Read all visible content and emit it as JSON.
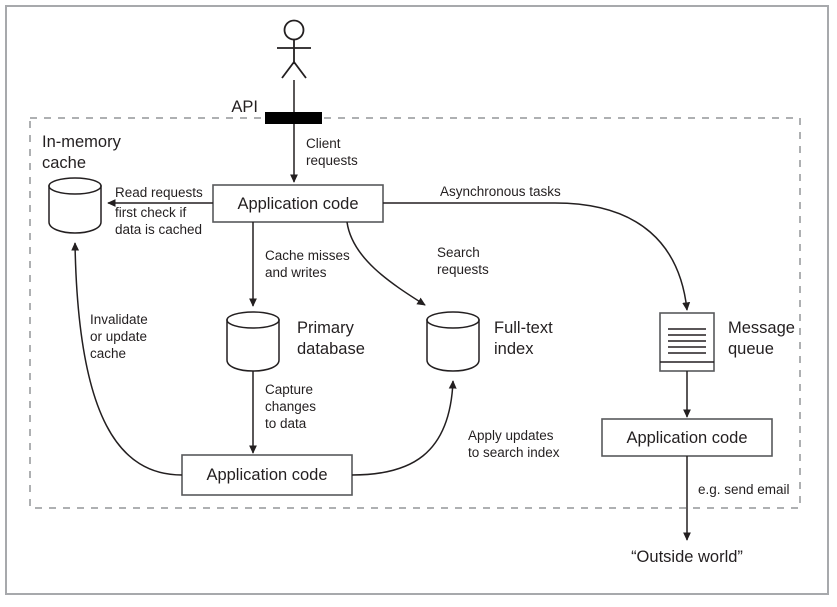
{
  "figure": {
    "title": "Data system architecture combining several components",
    "boundary_label": "application boundary (dashed)"
  },
  "actor": {
    "name": "client-actor",
    "api_label": "API"
  },
  "nodes": [
    {
      "id": "in-memory-cache",
      "label_line1": "In-memory",
      "label_line2": "cache",
      "shape": "cylinder"
    },
    {
      "id": "application-code-top",
      "label": "Application code",
      "shape": "rectangle"
    },
    {
      "id": "primary-database",
      "label_line1": "Primary",
      "label_line2": "database",
      "shape": "cylinder"
    },
    {
      "id": "full-text-index",
      "label_line1": "Full-text",
      "label_line2": "index",
      "shape": "cylinder"
    },
    {
      "id": "message-queue",
      "label_line1": "Message",
      "label_line2": "queue",
      "shape": "queue"
    },
    {
      "id": "application-code-bottom",
      "label": "Application code",
      "shape": "rectangle"
    },
    {
      "id": "application-code-right",
      "label": "Application code",
      "shape": "rectangle"
    },
    {
      "id": "outside-world",
      "label": "“Outside world”",
      "shape": "text"
    }
  ],
  "edges": [
    {
      "id": "client-requests",
      "from": "actor",
      "to": "application-code-top",
      "label_line1": "Client",
      "label_line2": "requests"
    },
    {
      "id": "read-requests",
      "from": "application-code-top",
      "to": "in-memory-cache",
      "label_line1": "Read requests",
      "label_line2": "first check if",
      "label_line3": "data is cached"
    },
    {
      "id": "cache-misses-and-writes",
      "from": "application-code-top",
      "to": "primary-database",
      "label_line1": "Cache misses",
      "label_line2": "and writes"
    },
    {
      "id": "search-requests",
      "from": "application-code-top",
      "to": "full-text-index",
      "label_line1": "Search",
      "label_line2": "requests"
    },
    {
      "id": "asynchronous-tasks",
      "from": "application-code-top",
      "to": "message-queue",
      "label_line1": "Asynchronous tasks"
    },
    {
      "id": "capture-changes-to-data",
      "from": "primary-database",
      "to": "application-code-bottom",
      "label_line1": "Capture",
      "label_line2": "changes",
      "label_line3": "to data"
    },
    {
      "id": "invalidate-or-update-cache",
      "from": "application-code-bottom",
      "to": "in-memory-cache",
      "label_line1": "Invalidate",
      "label_line2": "or update",
      "label_line3": "cache"
    },
    {
      "id": "apply-updates-to-search-index",
      "from": "application-code-bottom",
      "to": "full-text-index",
      "label_line1": "Apply updates",
      "label_line2": "to search index"
    },
    {
      "id": "queue-to-worker",
      "from": "message-queue",
      "to": "application-code-right",
      "label_line1": ""
    },
    {
      "id": "send-email",
      "from": "application-code-right",
      "to": "outside-world",
      "label_line1": "e.g. send email"
    }
  ],
  "colors": {
    "ink": "#231f20",
    "shape_stroke": "#58595b",
    "boundary": "#939598",
    "frame": "#a7a9ac",
    "background": "#ffffff",
    "api_bar": "#000000"
  }
}
